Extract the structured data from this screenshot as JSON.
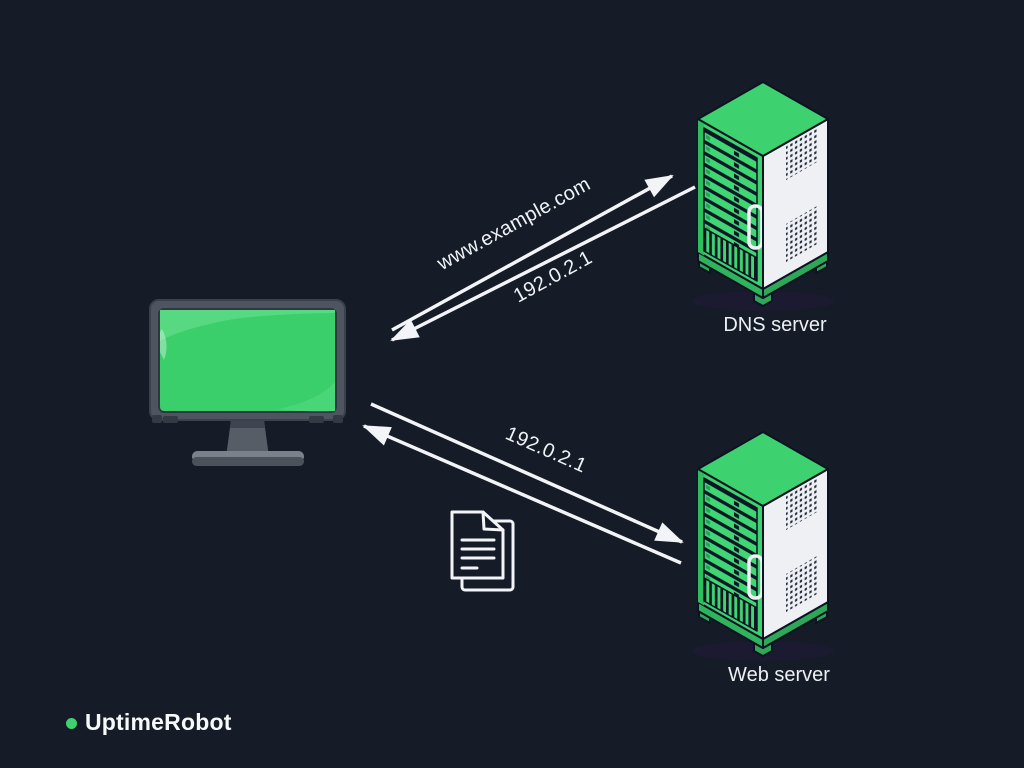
{
  "canvas": {
    "background_color": "#151b27",
    "accent_green": "#3ed16f",
    "line_color": "#f2f4f7"
  },
  "nodes": {
    "client_computer": {
      "icon": "monitor-icon",
      "screen_color": "#3bcf6c"
    },
    "dns_server": {
      "icon": "server-rack-icon",
      "label": "DNS server"
    },
    "web_server": {
      "icon": "server-rack-icon",
      "label": "Web server"
    }
  },
  "arrows": {
    "dns_request": {
      "label": "www.example.com",
      "direction": "client to DNS server"
    },
    "dns_response": {
      "label": "192.0.2.1",
      "direction": "DNS server to client"
    },
    "web_request": {
      "label": "192.0.2.1",
      "direction": "client to web server"
    },
    "web_response": {
      "icon": "document-icon",
      "direction": "web server to client"
    }
  },
  "footer": {
    "brand": "UptimeRobot",
    "brand_dot_color": "#3ed16f"
  }
}
